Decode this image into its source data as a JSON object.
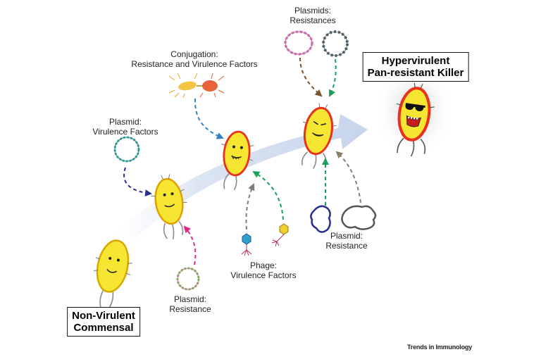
{
  "labels": {
    "plasmids_resistances": [
      "Plasmids:",
      "Resistances"
    ],
    "conjugation": [
      "Conjugation:",
      "Resistance and Virulence Factors"
    ],
    "plasmid_virulence": [
      "Plasmid:",
      "Virulence Factors"
    ],
    "plasmid_resistance_left": [
      "Plasmid:",
      "Resistance"
    ],
    "phage": [
      "Phage:",
      "Virulence Factors"
    ],
    "plasmid_resistance_right": [
      "Plasmid:",
      "Resistance"
    ]
  },
  "endpoints": {
    "start": [
      "Non-Virulent",
      "Commensal"
    ],
    "end": [
      "Hypervirulent",
      "Pan-resistant Killer"
    ]
  },
  "credit": "Trends in Immunology",
  "colors": {
    "bacterium_fill": "#f7e631",
    "bacterium_outline_mild": "#d9a800",
    "bacterium_outline_virulent": "#e8321e",
    "main_arrow": "#cfdcef",
    "arrow_navy": "#2a2f8f",
    "arrow_magenta": "#e0288a",
    "arrow_blue": "#2f7fc2",
    "arrow_green": "#1aa05a",
    "arrow_gray": "#7d7d7d",
    "arrow_brown": "#7a5232",
    "arrow_taupe": "#8a7d6a"
  }
}
